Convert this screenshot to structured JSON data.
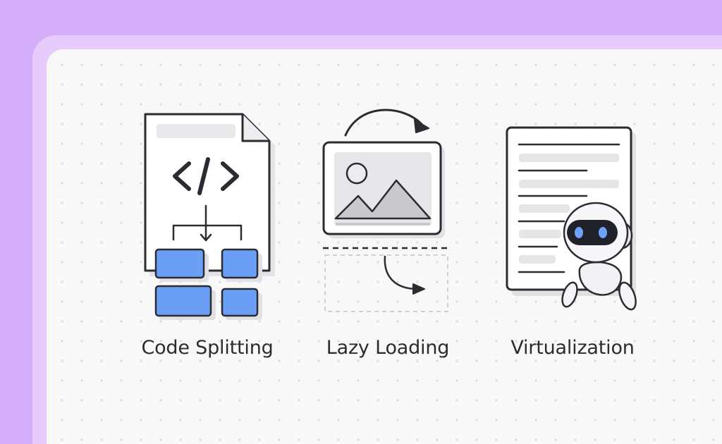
{
  "labels": {
    "code_splitting": "Code Splitting",
    "lazy_loading": "Lazy Loading",
    "virtualization": "Virtualization"
  },
  "icons": {
    "code_splitting": "code-file-split-icon",
    "lazy_loading": "lazy-image-icon",
    "virtualization": "robot-document-icon"
  },
  "colors": {
    "background": "#d5aefb",
    "card": "#f8f8f9",
    "accent_blue": "#6b9ef5",
    "ink": "#2a2c31"
  }
}
